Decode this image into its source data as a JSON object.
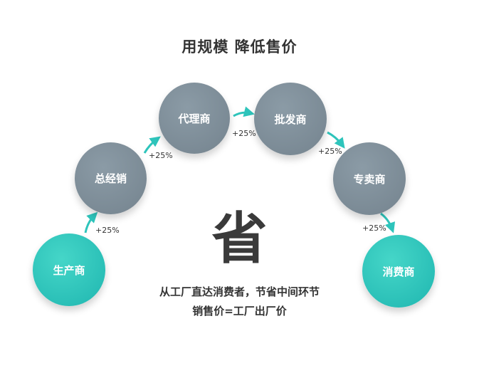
{
  "title": "用规模 降低售价",
  "nodes": {
    "n1": "生产商",
    "n2": "总经销",
    "n3": "代理商",
    "n4": "批发商",
    "n5": "专卖商",
    "n6": "消费商"
  },
  "markups": {
    "m1": "+25%",
    "m2": "+25%",
    "m3": "+25%",
    "m4": "+25%",
    "m5": "+25%"
  },
  "big_char": "省",
  "caption": {
    "line1": "从工厂直达消费者，节省中间环节",
    "line2": "销售价=工厂出厂价"
  },
  "colors": {
    "gray_node": "#7d8c97",
    "teal_node": "#2ec4bb",
    "arrow": "#2ec4bb"
  }
}
